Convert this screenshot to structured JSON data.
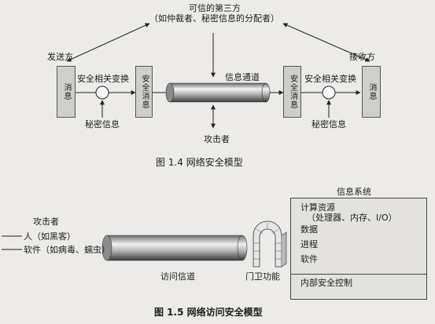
{
  "fig1": {
    "trusted_party_line1": "可信的第三方",
    "trusted_party_line2": "（如仲裁者、秘密信息的分配者）",
    "sender": "发送方",
    "receiver": "接收方",
    "message_left": "消息",
    "message_right": "消息",
    "secure_message_left": "安全消息",
    "secure_message_right": "安全消息",
    "transform_left": "安全相关变换",
    "transform_right": "安全相关变换",
    "secret_left": "秘密信息",
    "secret_right": "秘密信息",
    "channel": "信息通道",
    "attacker": "攻击者",
    "caption": "图 1.4    网络安全模型"
  },
  "fig2": {
    "attacker": "攻击者",
    "attacker_human": "人（如黑客）",
    "attacker_software": "软件（如病毒、蠕虫）",
    "access_channel": "访问信道",
    "gatekeeper": "门卫功能",
    "info_system_title": "信息系统",
    "resources": "计算资源",
    "resources_detail": "（处理器、内存、I/O）",
    "data": "数据",
    "process": "进程",
    "software": "软件",
    "internal_control": "内部安全控制",
    "caption": "图 1.5    网络访问安全模型"
  },
  "colors": {
    "box_fill": "#cfcfca",
    "cylinder_dark": "#5a5a5a",
    "cylinder_light": "#efefef"
  }
}
